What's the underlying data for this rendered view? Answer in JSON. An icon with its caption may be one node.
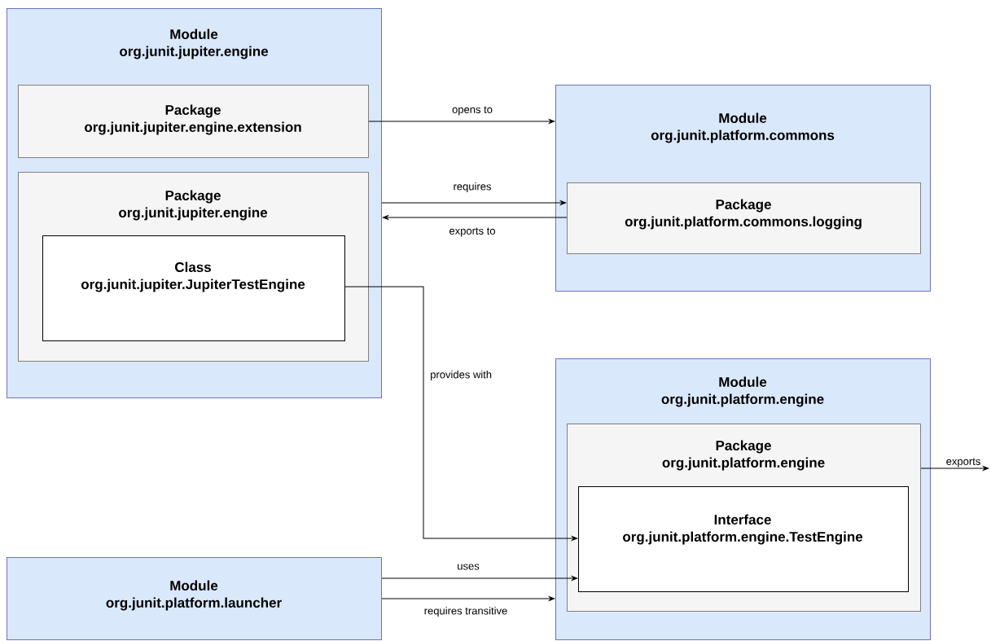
{
  "diagram": {
    "nodes": [
      {
        "text": [
          "Module",
          "org.junit.jupiter.engine"
        ]
      },
      {
        "text": [
          "Package",
          "org.junit.jupiter.engine.extension"
        ],
        "in": 0
      },
      {
        "text": [
          "Package",
          "org.junit.jupiter.engine"
        ],
        "in": 0
      },
      {
        "text": [
          "Class",
          "org.junit.jupiter.JupiterTestEngine"
        ],
        "in": 2
      },
      {
        "text": [
          "Module",
          "org.junit.platform.commons"
        ]
      },
      {
        "text": [
          "Package",
          "org.junit.platform.commons.logging"
        ],
        "in": 4
      },
      {
        "text": [
          "Module",
          "org.junit.platform.engine"
        ]
      },
      {
        "text": [
          "Package",
          "org.junit.platform.engine"
        ],
        "in": 6
      },
      {
        "text": [
          "Interface",
          "org.junit.platform.engine.TestEngine"
        ],
        "in": 7
      },
      {
        "text": [
          "Module",
          "org.junit.platform.launcher"
        ]
      }
    ],
    "edges": [
      {
        "from": 1,
        "to": 4,
        "arrow": "to",
        "label": "opens to"
      },
      {
        "from": 0,
        "to": 5,
        "arrow": "to",
        "label": "requires"
      },
      {
        "from": 5,
        "to": 0,
        "arrow": "to",
        "label": "exports to"
      },
      {
        "from": 3,
        "to": 8,
        "arrow": "to",
        "label": "provides with"
      },
      {
        "from": 9,
        "to": 8,
        "arrow": "to",
        "label": "uses"
      },
      {
        "from": 9,
        "to": 6,
        "arrow": "to",
        "label": "requires transitive"
      },
      {
        "from": 7,
        "to": null,
        "arrow": "to",
        "label": "exports"
      }
    ]
  }
}
